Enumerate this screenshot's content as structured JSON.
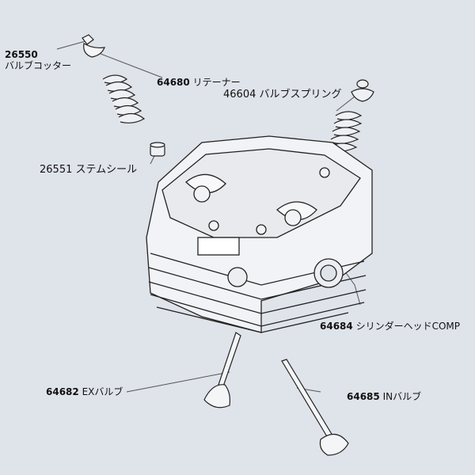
{
  "parts": [
    {
      "id": "cotter",
      "number": "26550",
      "name": "バルブコッター"
    },
    {
      "id": "retainer",
      "number": "64680",
      "name": "リテーナー"
    },
    {
      "id": "spring",
      "number": "46604",
      "name": "バルブスプリング"
    },
    {
      "id": "seal",
      "number": "26551",
      "name": "ステムシール"
    },
    {
      "id": "head",
      "number": "64684",
      "name": "シリンダーヘッドCOMP"
    },
    {
      "id": "exvalve",
      "number": "64682",
      "name": "EXバルブ"
    },
    {
      "id": "invalve",
      "number": "64685",
      "name": "INバルブ"
    }
  ],
  "colors": {
    "background": "#dfe3ea",
    "line": "#2a2a2a",
    "leader": "#555555"
  }
}
